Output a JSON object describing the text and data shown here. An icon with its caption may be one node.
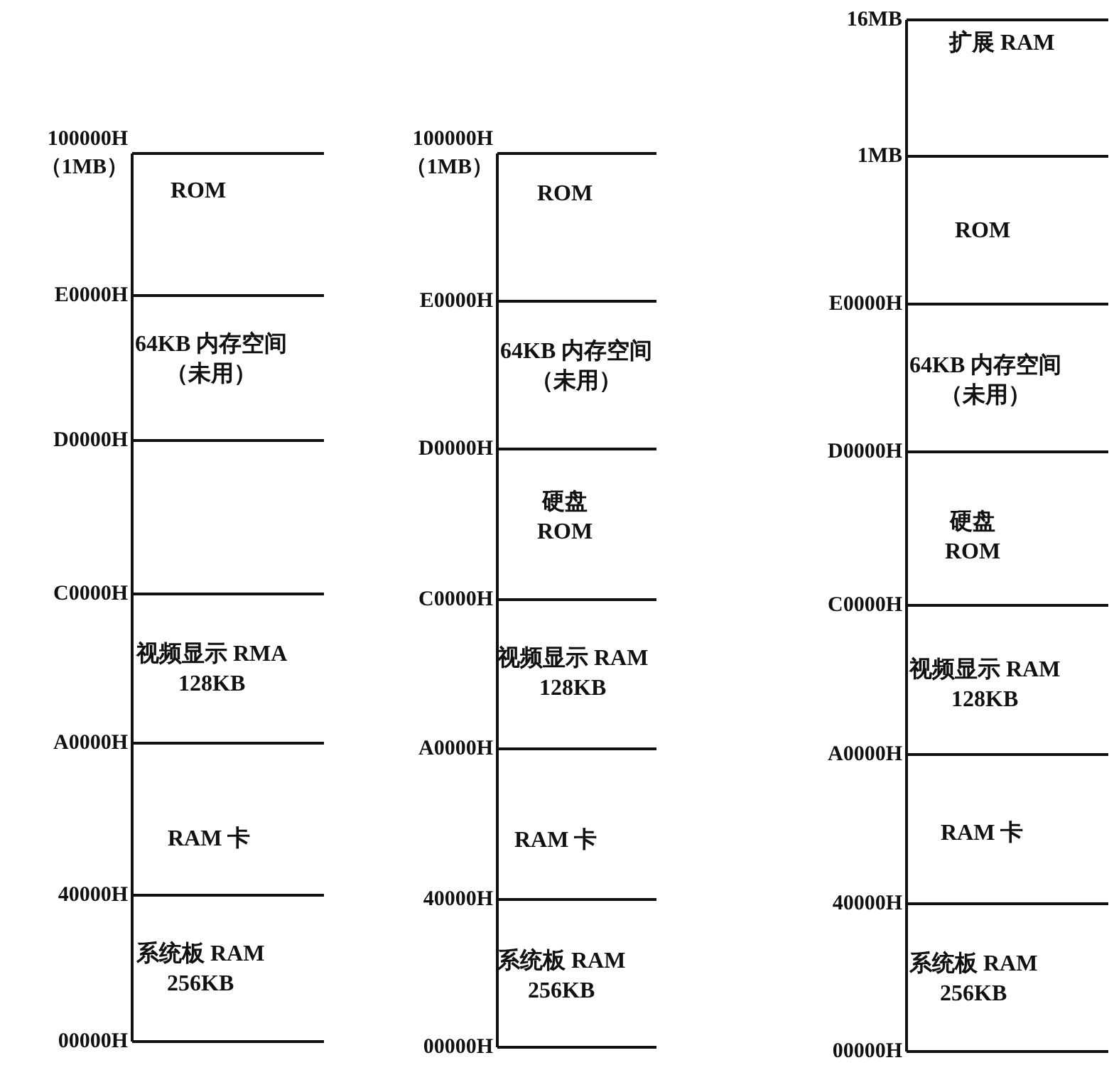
{
  "diagram": {
    "nodes": [
      {
        "text": [
          "ROM"
        ]
      },
      {
        "text": [
          "64KB 内存空间",
          "（未用）"
        ]
      },
      {
        "text": [
          "视频显示 RMA",
          "128KB"
        ]
      },
      {
        "text": [
          "RAM 卡"
        ]
      },
      {
        "text": [
          "系统板 RAM",
          "256KB"
        ]
      },
      {
        "text": [
          "ROM"
        ]
      },
      {
        "text": [
          "64KB 内存空间",
          "（未用）"
        ]
      },
      {
        "text": [
          "硬盘",
          "ROM"
        ]
      },
      {
        "text": [
          "视频显示 RAM",
          "128KB"
        ]
      },
      {
        "text": [
          "RAM 卡"
        ]
      },
      {
        "text": [
          "系统板 RAM",
          "256KB"
        ]
      },
      {
        "text": [
          "扩展 RAM"
        ]
      },
      {
        "text": [
          "ROM"
        ]
      },
      {
        "text": [
          "64KB 内存空间",
          "（未用）"
        ]
      },
      {
        "text": [
          "硬盘",
          "ROM"
        ]
      },
      {
        "text": [
          "视频显示 RAM",
          "128KB"
        ]
      },
      {
        "text": [
          "RAM 卡"
        ]
      },
      {
        "text": [
          "系统板 RAM",
          "256KB"
        ]
      }
    ],
    "labels": [
      "100000H",
      "（1MB）",
      "E0000H",
      "D0000H",
      "C0000H",
      "A0000H",
      "40000H",
      "00000H",
      "100000H",
      "（1MB）",
      "E0000H",
      "D0000H",
      "C0000H",
      "A0000H",
      "40000H",
      "00000H",
      "16MB",
      "1MB",
      "E0000H",
      "D0000H",
      "C0000H",
      "A0000H",
      "40000H",
      "00000H"
    ]
  }
}
